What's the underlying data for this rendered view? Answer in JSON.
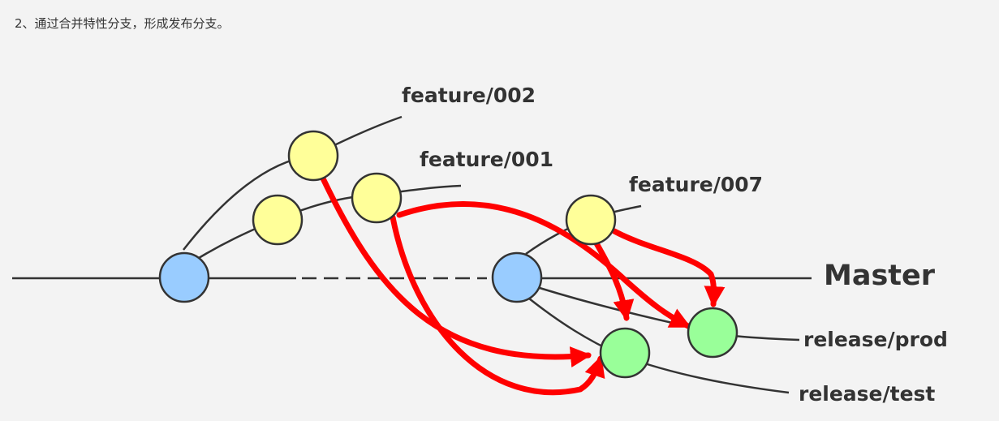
{
  "heading": "2、通过合并特性分支，形成发布分支。",
  "labels": {
    "feature_002": "feature/002",
    "feature_001": "feature/001",
    "feature_007": "feature/007",
    "master": "Master",
    "release_prod": "release/prod",
    "release_test": "release/test"
  },
  "colors": {
    "master_commit": "#99ccff",
    "feature_commit": "#ffff99",
    "release_commit": "#99ff99",
    "merge_arrow": "#ff0000",
    "branch_line": "#333333"
  }
}
